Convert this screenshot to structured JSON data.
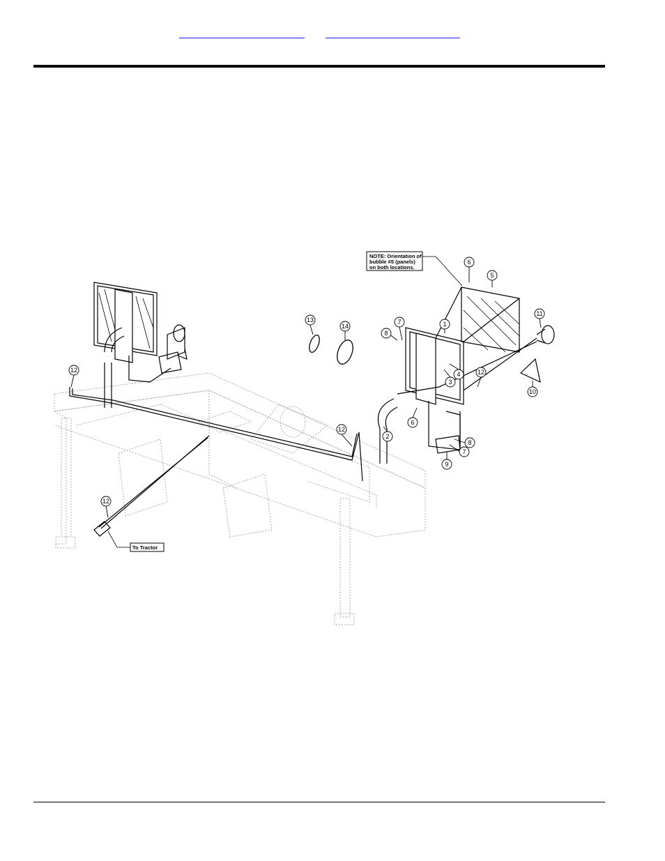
{
  "header": {
    "links": [
      {
        "text": ""
      },
      {
        "text": ""
      }
    ]
  },
  "diagram": {
    "note_lines": [
      "NOTE: Orientation of",
      "bubble #5 (panels)",
      "on both locations."
    ],
    "to_tractor": "To Tractor",
    "callouts": {
      "c1": "1",
      "c2": "2",
      "c3": "3",
      "c4": "4",
      "c5": "5",
      "c6a": "6",
      "c6b": "6",
      "c7a": "7",
      "c7b": "7",
      "c8a": "8",
      "c8b": "8",
      "c9": "9",
      "c10": "10",
      "c11": "11",
      "c12a": "12",
      "c12b": "12",
      "c12c": "12",
      "c12d": "12",
      "c13": "13",
      "c14": "14"
    }
  }
}
